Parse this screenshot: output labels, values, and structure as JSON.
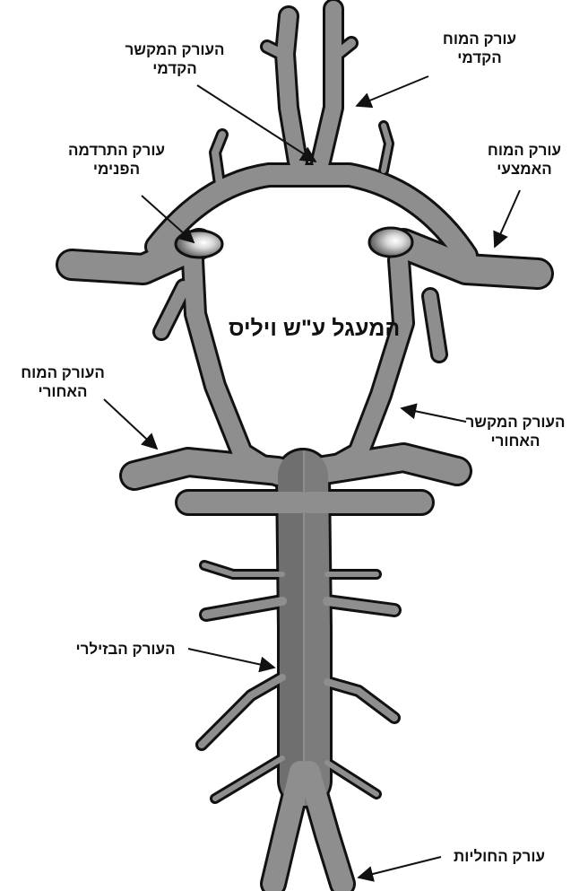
{
  "title": "המעגל ע\"ש ויליס",
  "colors": {
    "vessel": "#8e8e8e",
    "outline": "#111111",
    "background": "#ffffff"
  },
  "labels": {
    "acomm": {
      "line1": "העורק המקשר",
      "line2": "הקדמי"
    },
    "aca": {
      "line1": "עורק המוח",
      "line2": "הקדמי"
    },
    "ica": {
      "line1": "עורק התרדמה",
      "line2": "הפנימי"
    },
    "mca": {
      "line1": "עורק המוח",
      "line2": "האמצעי"
    },
    "pca": {
      "line1": "העורק המוח",
      "line2": "האחורי"
    },
    "pcomm": {
      "line1": "העורק המקשר",
      "line2": "האחורי"
    },
    "basilar": {
      "line1": "העורק הבזילרי"
    },
    "vertebral": {
      "line1": "עורק החוליות"
    }
  }
}
